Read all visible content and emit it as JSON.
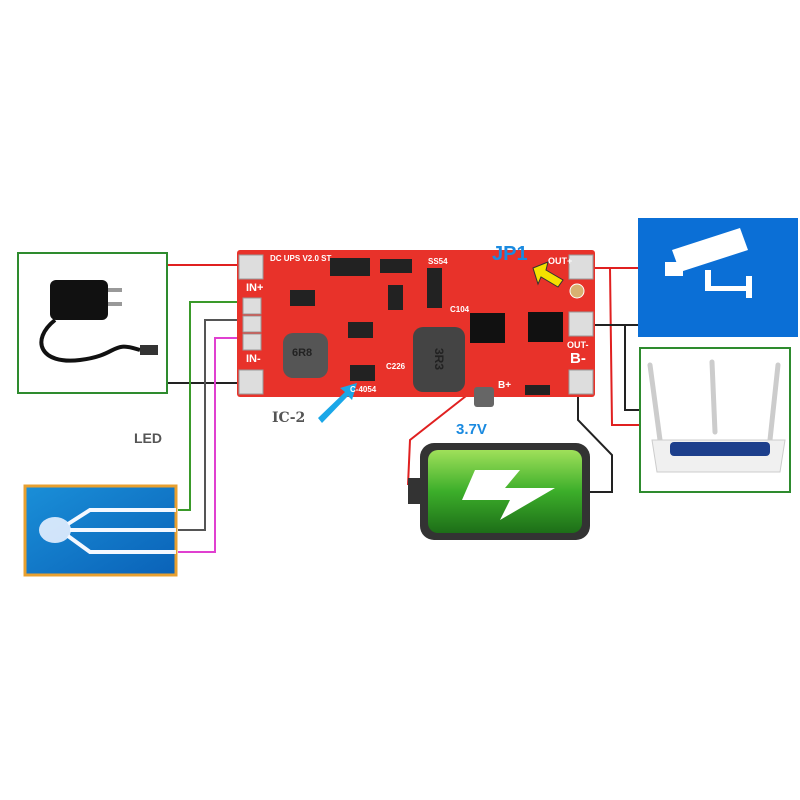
{
  "board": {
    "title": "DC UPS V2.0 ST",
    "in_plus": "IN+",
    "in_minus": "IN-",
    "out_plus": "OUT+",
    "out_minus": "OUT-",
    "b_minus": "B-",
    "b_plus": "B+",
    "inductor_left": "6R8",
    "inductor_right": "3R3",
    "diode": "SS54",
    "cap1": "C226",
    "cap2": "C104",
    "chip": "C-4054"
  },
  "labels": {
    "jp1": "JP1",
    "ic2": "IC-2",
    "battery_voltage": "3.7V",
    "led": "LED"
  },
  "colors": {
    "pcb": "#e8322a",
    "camera_bg": "#0b6fd6",
    "frame_green": "#2e8b2e",
    "led_frame": "#e8a030",
    "label_blue": "#1a8ae0"
  }
}
